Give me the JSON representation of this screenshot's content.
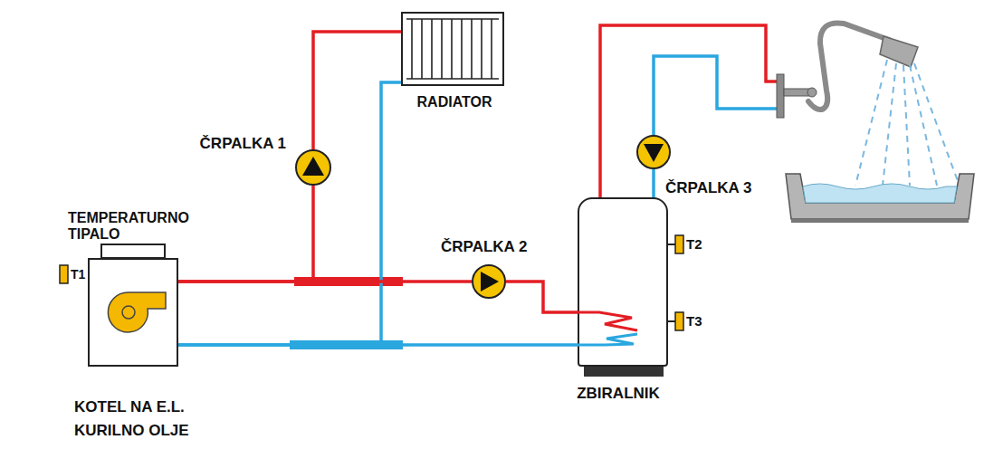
{
  "diagram": {
    "nodes": [
      {
        "text": [
          "KOTEL NA E.L. KURILNO OLJE"
        ]
      },
      {
        "text": [
          "RADIATOR"
        ]
      },
      {
        "text": [
          "ČRPALKA 1"
        ]
      },
      {
        "text": [
          "ČRPALKA 2"
        ]
      },
      {
        "text": [
          "ZBIRALNIK"
        ]
      },
      {
        "text": [
          "ČRPALKA 3"
        ]
      }
    ],
    "edges": [
      {
        "from": 0,
        "to": 2,
        "arrow": "none"
      },
      {
        "from": 2,
        "to": 1,
        "arrow": "none"
      },
      {
        "from": 1,
        "to": 0,
        "arrow": "none"
      },
      {
        "from": 0,
        "to": 3,
        "arrow": "none"
      },
      {
        "from": 3,
        "to": 4,
        "arrow": "none"
      },
      {
        "from": 4,
        "to": 0,
        "arrow": "none"
      },
      {
        "from": 4,
        "to": 5,
        "arrow": "none"
      }
    ],
    "labels": [
      "TEMPERATURNO TIPALO",
      "T1",
      "T2",
      "T3"
    ]
  }
}
